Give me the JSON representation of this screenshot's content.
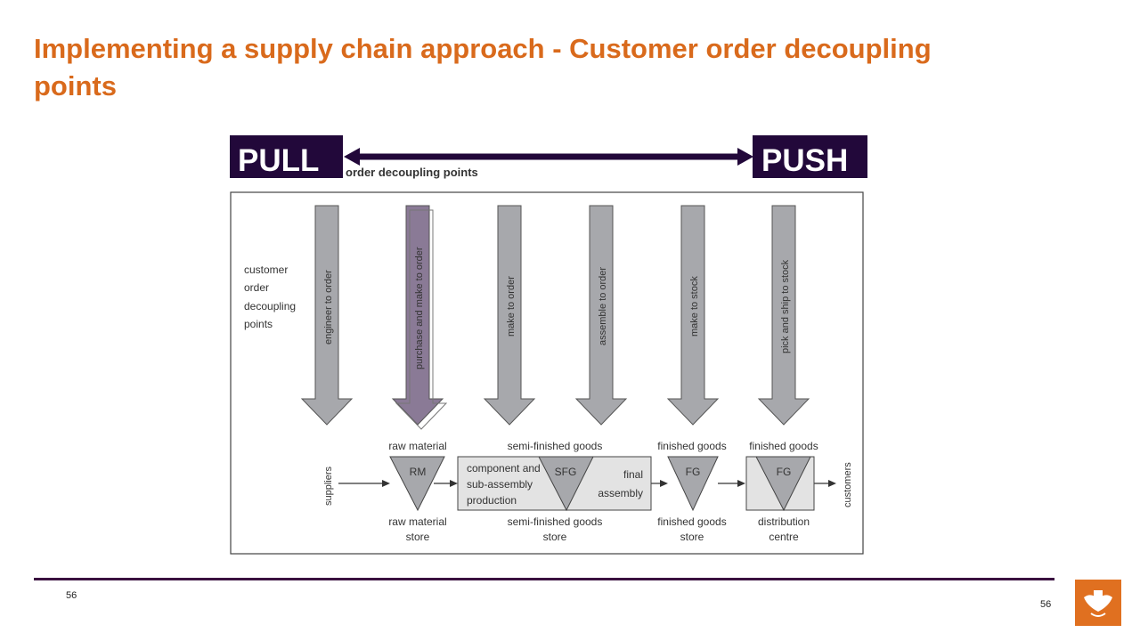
{
  "slide": {
    "title": "Implementing a supply chain approach - Customer order decoupling points",
    "page_number_left": "56",
    "page_number_right": "56"
  },
  "banner": {
    "pull_label": "PULL",
    "push_label": "PUSH",
    "subtitle": "order decoupling points"
  },
  "diagram": {
    "side_label": [
      "customer",
      "order",
      "decoupling",
      "points"
    ],
    "arrows": [
      {
        "label": "engineer to order",
        "highlighted": false
      },
      {
        "label": "purchase and make to order",
        "highlighted": true
      },
      {
        "label": "make to order",
        "highlighted": false
      },
      {
        "label": "assemble to order",
        "highlighted": false
      },
      {
        "label": "make to stock",
        "highlighted": false
      },
      {
        "label": "pick and ship to stock",
        "highlighted": false
      }
    ],
    "flow": {
      "suppliers": "suppliers",
      "customers": "customers",
      "raw_material_top": "raw material",
      "rm": "RM",
      "raw_material_bottom": [
        "raw material",
        "store"
      ],
      "sfg_top": "semi-finished goods",
      "sfg_box_left": [
        "component and",
        "sub-assembly",
        "production"
      ],
      "sfg": "SFG",
      "sfg_box_right": [
        "final",
        "assembly"
      ],
      "sfg_bottom": [
        "semi-finished goods",
        "store"
      ],
      "fg1_top": "finished goods",
      "fg1": "FG",
      "fg1_bottom": [
        "finished goods",
        "store"
      ],
      "fg2_top": "finished goods",
      "fg2": "FG",
      "fg2_bottom": [
        "distribution",
        "centre"
      ]
    }
  },
  "colors": {
    "title": "#d96a1c",
    "banner": "#22083a",
    "arrow": "#a7a8ac",
    "arrow_highlight": "#8a7a96",
    "box": "#e3e3e3",
    "logo": "#e07020"
  }
}
